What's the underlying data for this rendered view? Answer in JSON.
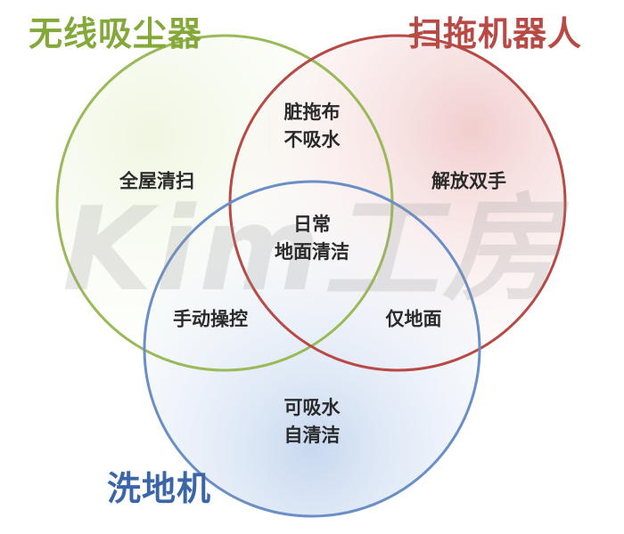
{
  "sets": {
    "vacuum": {
      "label": "无线吸尘器",
      "color": "#84a83a"
    },
    "robot": {
      "label": "扫拖机器人",
      "color": "#b84a46"
    },
    "washer": {
      "label": "洗地机",
      "color": "#3a66a8"
    }
  },
  "regions": {
    "vacuum_only": [
      "全屋清扫"
    ],
    "robot_only": [
      "解放双手"
    ],
    "washer_only": [
      "可吸水",
      "自清洁"
    ],
    "vacuum_robot": [
      "脏拖布",
      "不吸水"
    ],
    "vacuum_washer": [
      "手动操控"
    ],
    "robot_washer": [
      "仅地面"
    ],
    "all_three": [
      "日常",
      "地面清洁"
    ]
  },
  "watermark": "Kim工房"
}
